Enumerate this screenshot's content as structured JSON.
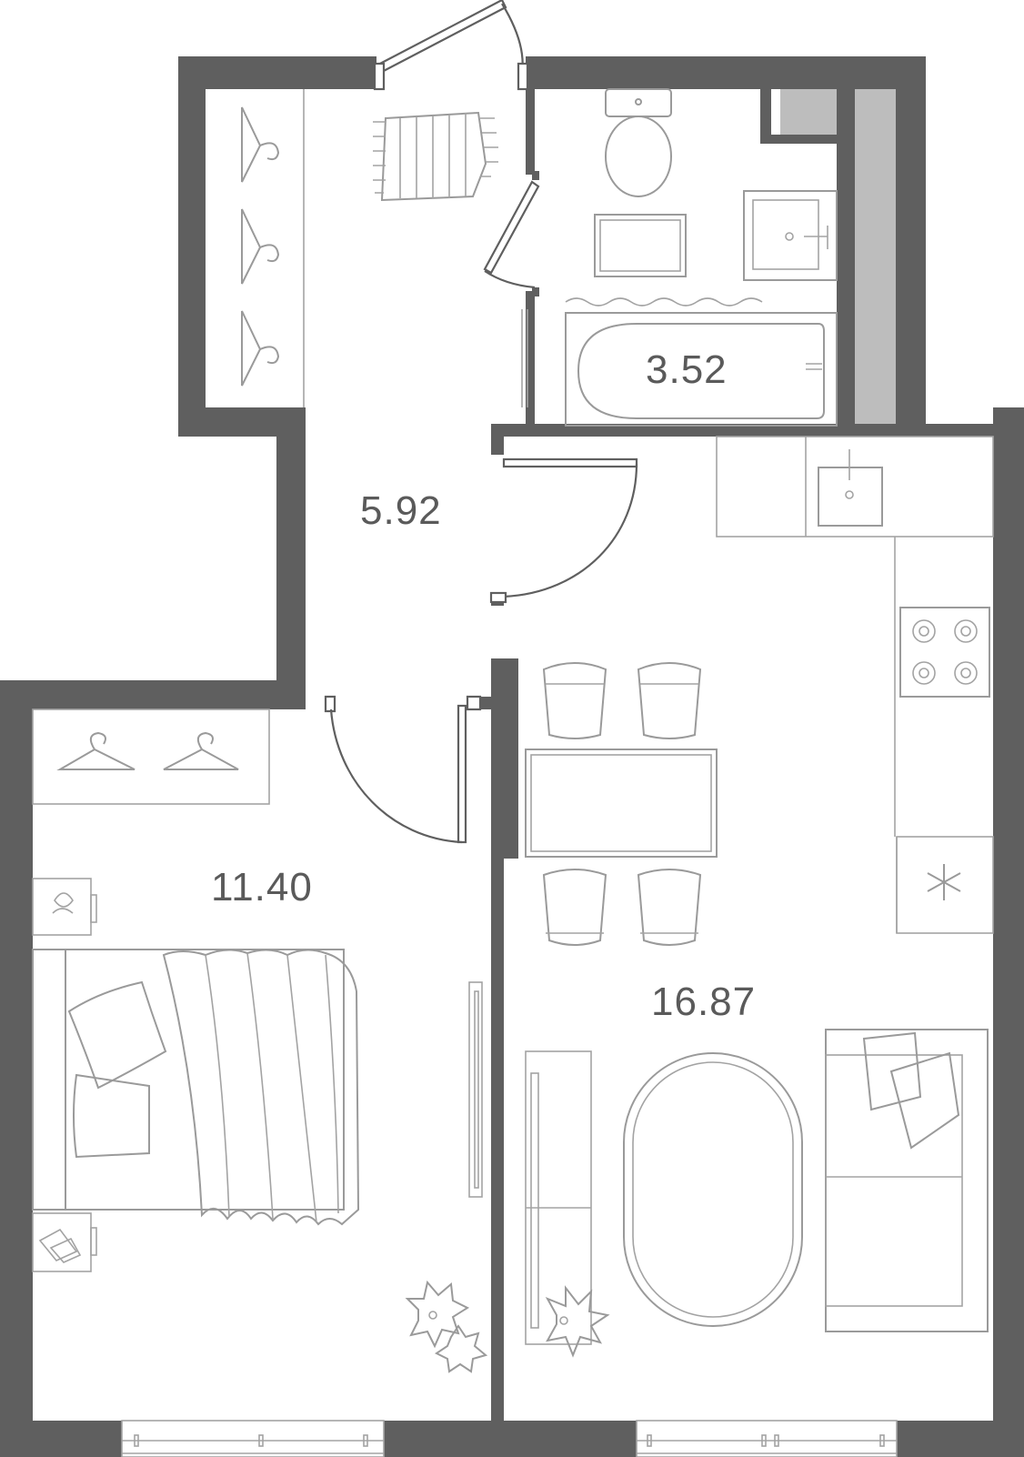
{
  "rooms": [
    {
      "id": "bathroom",
      "area": "3.52"
    },
    {
      "id": "hallway",
      "area": "5.92"
    },
    {
      "id": "bedroom",
      "area": "11.40"
    },
    {
      "id": "kitchen-living",
      "area": "16.87"
    }
  ],
  "colors": {
    "wall": "#5f5f5f",
    "shaft": "#bdbdbd",
    "furniture": "#9a9a9a",
    "label": "#5a5a5a"
  },
  "icons": [
    "hanger-icon",
    "rug-icon",
    "toilet-icon",
    "sink-icon",
    "bathtub-icon",
    "bath-mat-icon",
    "kitchen-sink-icon",
    "stove-icon",
    "fridge-snowflake-icon",
    "chair-icon",
    "table-icon",
    "bed-icon",
    "pillow-icon",
    "blanket-icon",
    "nightstand-icon",
    "plant-icon",
    "sofa-icon",
    "rug-oval-icon",
    "tv-stand-icon",
    "window-icon",
    "door-icon"
  ]
}
